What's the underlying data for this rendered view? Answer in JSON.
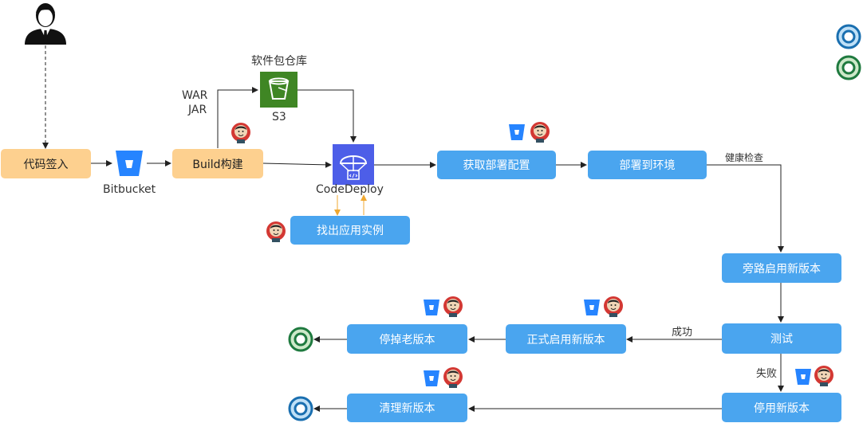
{
  "nodes": {
    "checkin": "代码签入",
    "build": "Build构建",
    "get_config": "获取部署配置",
    "deploy_env": "部署到环境",
    "find_instances": "找出应用实例",
    "bypass_new": "旁路启用新版本",
    "test": "测试",
    "stop_old": "停掉老版本",
    "formal_new": "正式启用新版本",
    "disable_new": "停用新版本",
    "clean_new": "清理新版本"
  },
  "labels": {
    "bitbucket": "Bitbucket",
    "repo_title": "软件包仓库",
    "s3": "S3",
    "war": "WAR",
    "jar": "JAR",
    "codedeploy": "CodeDeploy",
    "health_check": "健康检查",
    "success": "成功",
    "failure": "失败"
  },
  "icons": {
    "user": "user-icon",
    "bitbucket": "bitbucket-icon",
    "s3": "s3-bucket-icon",
    "codedeploy": "codedeploy-icon",
    "jenkins": "jenkins-icon",
    "end": "end-circle-icon"
  },
  "colors": {
    "orange_box": "#fdd08f",
    "blue_box": "#4aa5ef",
    "s3_green": "#3f8624",
    "codedeploy_purple": "#4d5ee8",
    "bitbucket_blue": "#2684ff",
    "end_green": "#1f7a3f",
    "end_blue": "#1a6fb0",
    "aux_arrow": "#f0a830"
  }
}
